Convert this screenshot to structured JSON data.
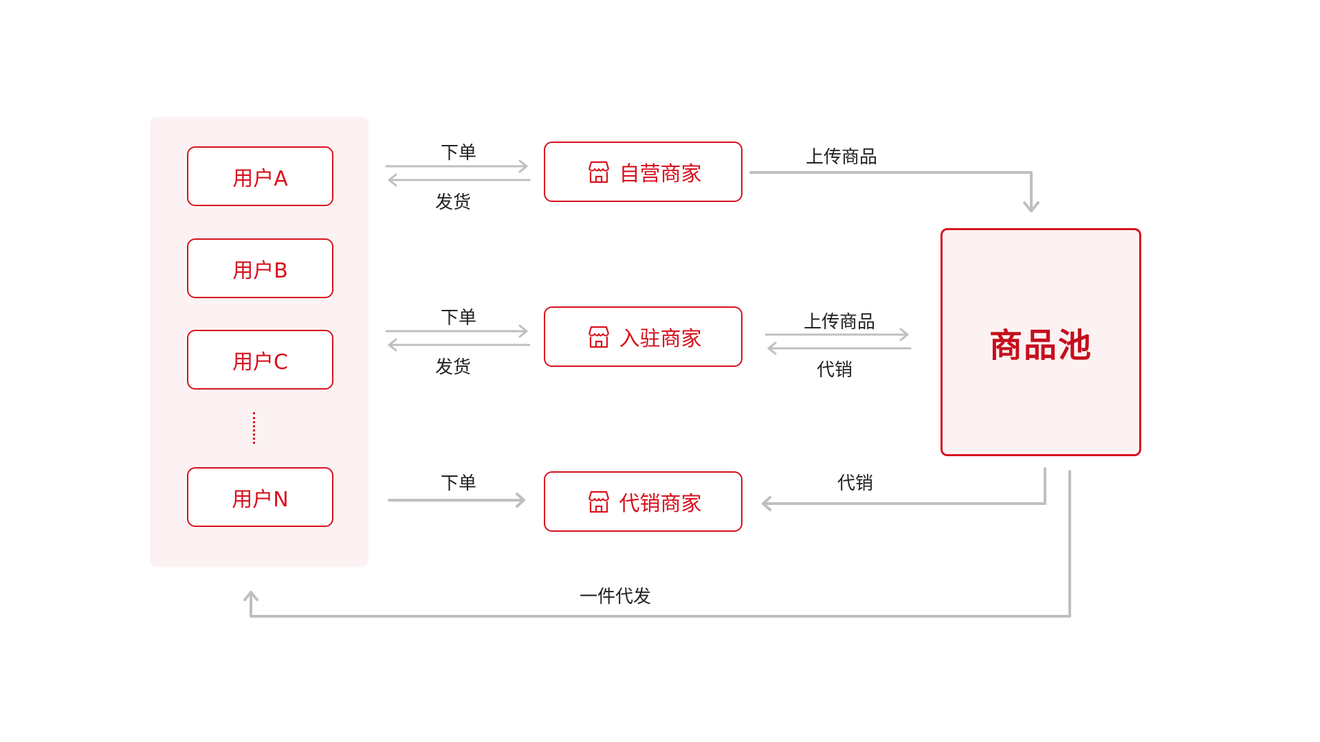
{
  "users": {
    "items": [
      {
        "label": "用户A"
      },
      {
        "label": "用户B"
      },
      {
        "label": "用户C"
      },
      {
        "label": "用户N"
      }
    ]
  },
  "merchants": {
    "self_operated": {
      "label": "自营商家",
      "icon": "store-icon"
    },
    "settled": {
      "label": "入驻商家",
      "icon": "store-icon"
    },
    "consignment": {
      "label": "代销商家",
      "icon": "store-icon"
    }
  },
  "pool": {
    "label": "商品池"
  },
  "flows": {
    "row1_order": "下单",
    "row1_ship": "发货",
    "row1_upload": "上传商品",
    "row2_order": "下单",
    "row2_ship": "发货",
    "row2_upload": "上传商品",
    "row2_consign": "代销",
    "row3_order": "下单",
    "row3_consign": "代销",
    "dropship": "一件代发"
  },
  "colors": {
    "accent": "#d7101d",
    "panel_bg": "#fdf2f3",
    "arrow": "#bfbfbf",
    "text": "#222222"
  }
}
